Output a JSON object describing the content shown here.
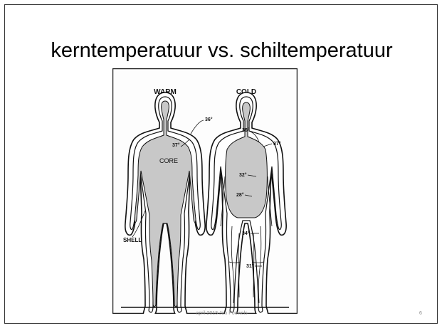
{
  "slide": {
    "title": "kerntemperatuur vs. schiltemperatuur",
    "footer": "april 2013 Jan Pouwels",
    "page_number": "6"
  },
  "figure": {
    "warm": {
      "heading": "WARM",
      "labels": {
        "t36": "36°",
        "t37": "37°",
        "core": "CORE",
        "shell": "SHELL"
      }
    },
    "cold": {
      "heading": "COLD",
      "labels": {
        "t36": "36°",
        "t37": "37°",
        "t32": "32°",
        "t28": "28°",
        "t34": "34°",
        "t31": "31°"
      }
    }
  }
}
